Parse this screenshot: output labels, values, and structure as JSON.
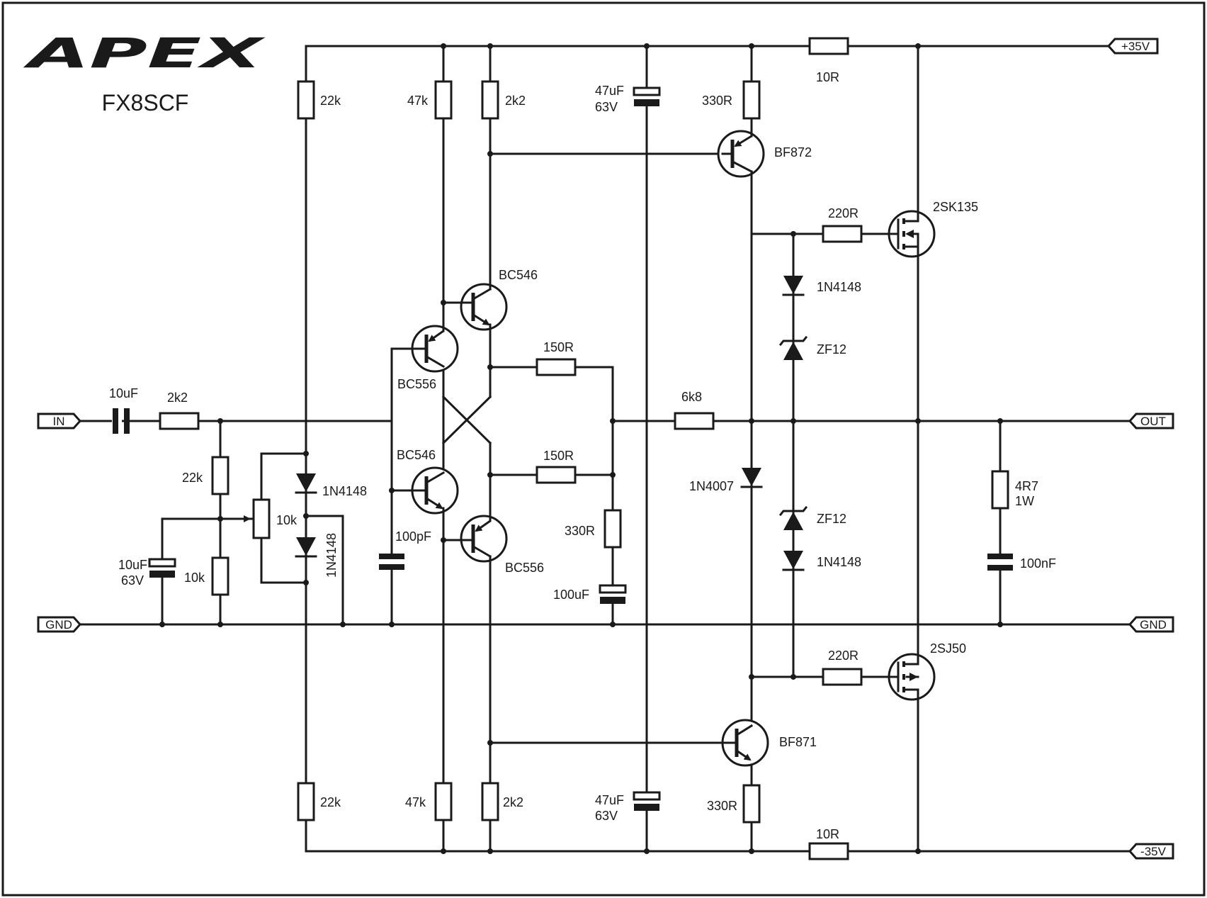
{
  "title": {
    "logo": "APEX",
    "model": "FX8SCF"
  },
  "terminals": {
    "in": "IN",
    "gnd_left": "GND",
    "gnd_right": "GND",
    "out": "OUT",
    "vpos": "+35V",
    "vneg": "-35V"
  },
  "labels": {
    "r_top_22k": "22k",
    "r_top_47k": "47k",
    "r_top_2k2": "2k2",
    "c_top_47uf": "47uF",
    "c_top_63v": "63V",
    "r_top_330r": "330R",
    "r_top_10r": "10R",
    "q_bf872": "BF872",
    "r_gate_top_220r": "220R",
    "q_2sk135": "2SK135",
    "q_bc546_top": "BC546",
    "q_bc556_top": "BC556",
    "r_fb_150r_top": "150R",
    "d_1n4148_a": "1N4148",
    "d_zf12_a": "ZF12",
    "c_in_10uf": "10uF",
    "r_in_2k2": "2k2",
    "r_fb_6k8": "6k8",
    "r_bias_22k": "22k",
    "pot_10k": "10k",
    "d_1n4148_b": "1N4148",
    "d_1n4148_c": "1N4148",
    "c_bias_10uf": "10uF",
    "c_bias_63v": "63V",
    "r_bias_10k": "10k",
    "q_bc546_bot": "BC546",
    "r_fb_150r_bot": "150R",
    "c_100pf": "100pF",
    "q_bc556_bot": "BC556",
    "r_330r_mid": "330R",
    "c_100uf": "100uF",
    "d_1n4007": "1N4007",
    "d_zf12_b": "ZF12",
    "d_1n4148_d": "1N4148",
    "r_zobel_4r7": "4R7",
    "r_zobel_1w": "1W",
    "c_zobel_100nf": "100nF",
    "r_gate_bot_220r": "220R",
    "q_2sj50": "2SJ50",
    "q_bf871": "BF871",
    "r_bot_22k": "22k",
    "r_bot_47k": "47k",
    "r_bot_2k2": "2k2",
    "c_bot_47uf": "47uF",
    "c_bot_63v": "63V",
    "r_bot_330r": "330R",
    "r_bot_10r": "10R"
  }
}
